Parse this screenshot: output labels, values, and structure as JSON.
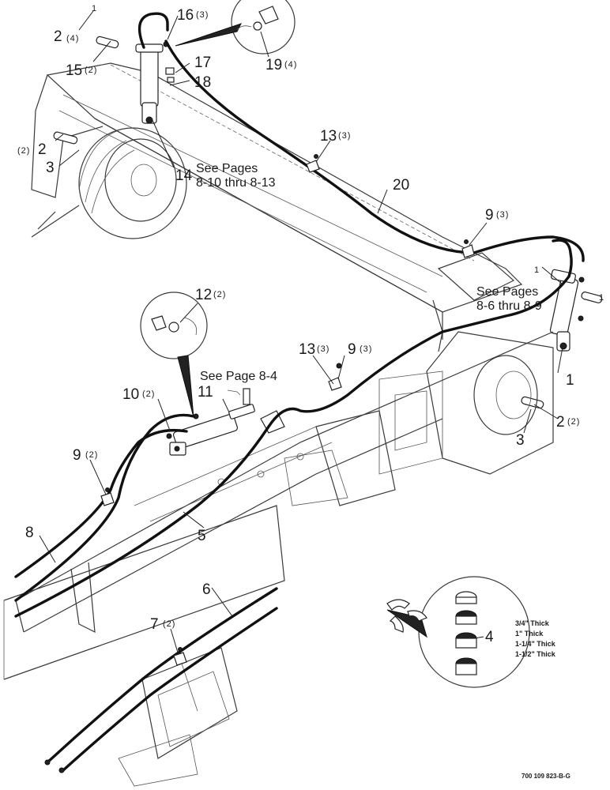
{
  "callouts": [
    {
      "id": "c2a",
      "number": "2",
      "qty": "(4)"
    },
    {
      "id": "c1a",
      "number": "1",
      "qty": ""
    },
    {
      "id": "c16",
      "number": "16",
      "qty": "(3)"
    },
    {
      "id": "c15",
      "number": "15",
      "qty": "(2)"
    },
    {
      "id": "c17",
      "number": "17",
      "qty": ""
    },
    {
      "id": "c18",
      "number": "18",
      "qty": ""
    },
    {
      "id": "c19",
      "number": "19",
      "qty": "(4)"
    },
    {
      "id": "c2b",
      "number": "2",
      "qty": "(2)"
    },
    {
      "id": "c3a",
      "number": "3",
      "qty": ""
    },
    {
      "id": "c14",
      "number": "14",
      "qty": ""
    },
    {
      "id": "c13a",
      "number": "13",
      "qty": "(3)"
    },
    {
      "id": "c20",
      "number": "20",
      "qty": ""
    },
    {
      "id": "c9a",
      "number": "9",
      "qty": "(3)"
    },
    {
      "id": "c1b",
      "number": "1",
      "qty": ""
    },
    {
      "id": "c12",
      "number": "12",
      "qty": "(2)"
    },
    {
      "id": "c13b",
      "number": "13",
      "qty": "(3)"
    },
    {
      "id": "c9b",
      "number": "9",
      "qty": "(3)"
    },
    {
      "id": "c10",
      "number": "10",
      "qty": "(2)"
    },
    {
      "id": "c11",
      "number": "11",
      "qty": ""
    },
    {
      "id": "c1c",
      "number": "1",
      "qty": ""
    },
    {
      "id": "c2c",
      "number": "2",
      "qty": "(2)"
    },
    {
      "id": "c3b",
      "number": "3",
      "qty": ""
    },
    {
      "id": "c9c",
      "number": "9",
      "qty": "(2)"
    },
    {
      "id": "c8",
      "number": "8",
      "qty": ""
    },
    {
      "id": "c5",
      "number": "5",
      "qty": ""
    },
    {
      "id": "c6",
      "number": "6",
      "qty": ""
    },
    {
      "id": "c7",
      "number": "7",
      "qty": "(2)"
    },
    {
      "id": "c4",
      "number": "4",
      "qty": ""
    },
    {
      "id": "c1d",
      "number": "1",
      "qty": ""
    }
  ],
  "notes": {
    "pages_14_line1": "See Pages",
    "pages_14_line2": "8-10 thru 8-13",
    "pages_right_line1": "See Pages",
    "pages_right_line2": "8-6 thru 8-9",
    "page_11": "See Page 8-4"
  },
  "spacer_sizes": [
    "3/4\" Thick",
    "1\" Thick",
    "1-1/4\" Thick",
    "1-1/2\" Thick"
  ],
  "drawing_code": "700 109 823-B-G"
}
